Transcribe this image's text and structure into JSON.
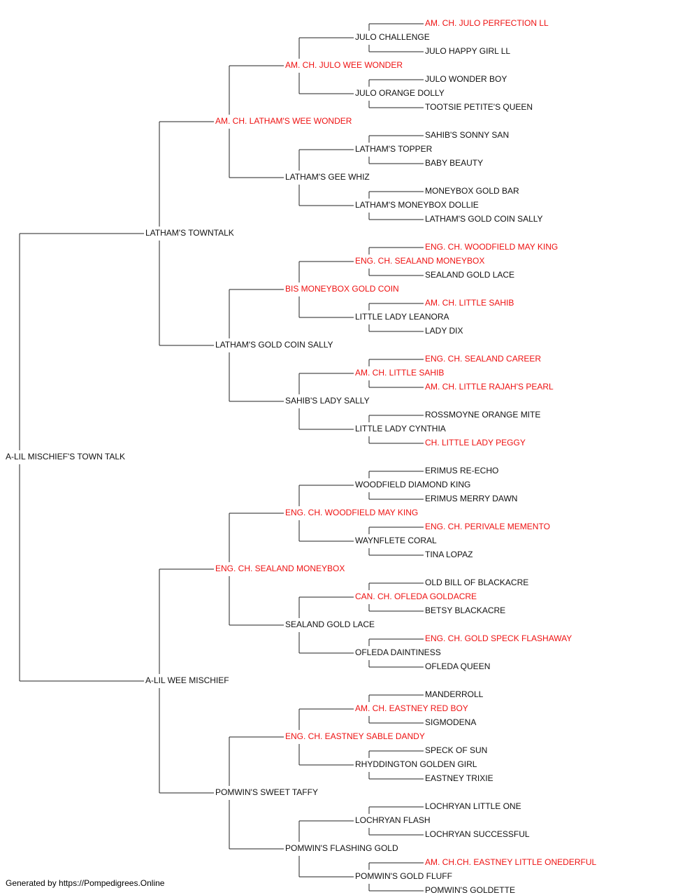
{
  "colors": {
    "champion": "#ee1111",
    "normal": "#111111",
    "line": "#222222"
  },
  "footer": "Generated by https://Pompedigrees.Online",
  "pedigree": {
    "name": "A-LIL MISCHIEF'S TOWN TALK",
    "champion": false,
    "sire": {
      "name": "LATHAM'S TOWNTALK",
      "champion": false,
      "sire": {
        "name": "AM. CH. LATHAM'S WEE WONDER",
        "champion": true,
        "sire": {
          "name": "AM. CH. JULO WEE WONDER",
          "champion": true,
          "sire": {
            "name": "JULO CHALLENGE",
            "champion": false,
            "sire": {
              "name": "AM. CH. JULO PERFECTION LL",
              "champion": true
            },
            "dam": {
              "name": "JULO HAPPY GIRL LL",
              "champion": false
            }
          },
          "dam": {
            "name": "JULO ORANGE DOLLY",
            "champion": false,
            "sire": {
              "name": "JULO WONDER BOY",
              "champion": false
            },
            "dam": {
              "name": "TOOTSIE PETITE'S QUEEN",
              "champion": false
            }
          }
        },
        "dam": {
          "name": "LATHAM'S GEE WHIZ",
          "champion": false,
          "sire": {
            "name": "LATHAM'S TOPPER",
            "champion": false,
            "sire": {
              "name": "SAHIB'S SONNY SAN",
              "champion": false
            },
            "dam": {
              "name": "BABY BEAUTY",
              "champion": false
            }
          },
          "dam": {
            "name": "LATHAM'S MONEYBOX DOLLIE",
            "champion": false,
            "sire": {
              "name": "MONEYBOX GOLD BAR",
              "champion": false
            },
            "dam": {
              "name": "LATHAM'S GOLD COIN SALLY",
              "champion": false
            }
          }
        }
      },
      "dam": {
        "name": "LATHAM'S GOLD COIN SALLY",
        "champion": false,
        "sire": {
          "name": "BIS MONEYBOX GOLD COIN",
          "champion": true,
          "sire": {
            "name": "ENG. CH. SEALAND MONEYBOX",
            "champion": true,
            "sire": {
              "name": "ENG. CH. WOODFIELD MAY KING",
              "champion": true
            },
            "dam": {
              "name": "SEALAND GOLD LACE",
              "champion": false
            }
          },
          "dam": {
            "name": "LITTLE LADY LEANORA",
            "champion": false,
            "sire": {
              "name": "AM. CH. LITTLE SAHIB",
              "champion": true
            },
            "dam": {
              "name": "LADY DIX",
              "champion": false
            }
          }
        },
        "dam": {
          "name": "SAHIB'S LADY SALLY",
          "champion": false,
          "sire": {
            "name": "AM. CH. LITTLE SAHIB",
            "champion": true,
            "sire": {
              "name": "ENG. CH. SEALAND CAREER",
              "champion": true
            },
            "dam": {
              "name": "AM. CH. LITTLE RAJAH'S PEARL",
              "champion": true
            }
          },
          "dam": {
            "name": "LITTLE LADY CYNTHIA",
            "champion": false,
            "sire": {
              "name": "ROSSMOYNE ORANGE MITE",
              "champion": false
            },
            "dam": {
              "name": "CH. LITTLE LADY PEGGY",
              "champion": true
            }
          }
        }
      }
    },
    "dam": {
      "name": "A-LIL WEE MISCHIEF",
      "champion": false,
      "sire": {
        "name": "ENG. CH. SEALAND MONEYBOX",
        "champion": true,
        "sire": {
          "name": "ENG. CH. WOODFIELD MAY KING",
          "champion": true,
          "sire": {
            "name": "WOODFIELD DIAMOND KING",
            "champion": false,
            "sire": {
              "name": "ERIMUS RE-ECHO",
              "champion": false
            },
            "dam": {
              "name": "ERIMUS MERRY DAWN",
              "champion": false
            }
          },
          "dam": {
            "name": "WAYNFLETE CORAL",
            "champion": false,
            "sire": {
              "name": "ENG. CH. PERIVALE MEMENTO",
              "champion": true
            },
            "dam": {
              "name": "TINA LOPAZ",
              "champion": false
            }
          }
        },
        "dam": {
          "name": "SEALAND GOLD LACE",
          "champion": false,
          "sire": {
            "name": "CAN. CH. OFLEDA GOLDACRE",
            "champion": true,
            "sire": {
              "name": "OLD BILL OF BLACKACRE",
              "champion": false
            },
            "dam": {
              "name": "BETSY BLACKACRE",
              "champion": false
            }
          },
          "dam": {
            "name": "OFLEDA DAINTINESS",
            "champion": false,
            "sire": {
              "name": "ENG. CH. GOLD SPECK FLASHAWAY",
              "champion": true
            },
            "dam": {
              "name": "OFLEDA QUEEN",
              "champion": false
            }
          }
        }
      },
      "dam": {
        "name": "POMWIN'S SWEET TAFFY",
        "champion": false,
        "sire": {
          "name": "ENG. CH. EASTNEY SABLE DANDY",
          "champion": true,
          "sire": {
            "name": "AM. CH. EASTNEY RED BOY",
            "champion": true,
            "sire": {
              "name": "MANDERROLL",
              "champion": false
            },
            "dam": {
              "name": "SIGMODENA",
              "champion": false
            }
          },
          "dam": {
            "name": "RHYDDINGTON GOLDEN GIRL",
            "champion": false,
            "sire": {
              "name": "SPECK OF SUN",
              "champion": false
            },
            "dam": {
              "name": "EASTNEY TRIXIE",
              "champion": false
            }
          }
        },
        "dam": {
          "name": "POMWIN'S FLASHING GOLD",
          "champion": false,
          "sire": {
            "name": "LOCHRYAN FLASH",
            "champion": false,
            "sire": {
              "name": "LOCHRYAN LITTLE ONE",
              "champion": false
            },
            "dam": {
              "name": "LOCHRYAN SUCCESSFUL",
              "champion": false
            }
          },
          "dam": {
            "name": "POMWIN'S GOLD FLUFF",
            "champion": false,
            "sire": {
              "name": "AM. CH.CH. EASTNEY LITTLE ONEDERFUL",
              "champion": true
            },
            "dam": {
              "name": "POMWIN'S GOLDETTE",
              "champion": false
            }
          }
        }
      }
    }
  }
}
